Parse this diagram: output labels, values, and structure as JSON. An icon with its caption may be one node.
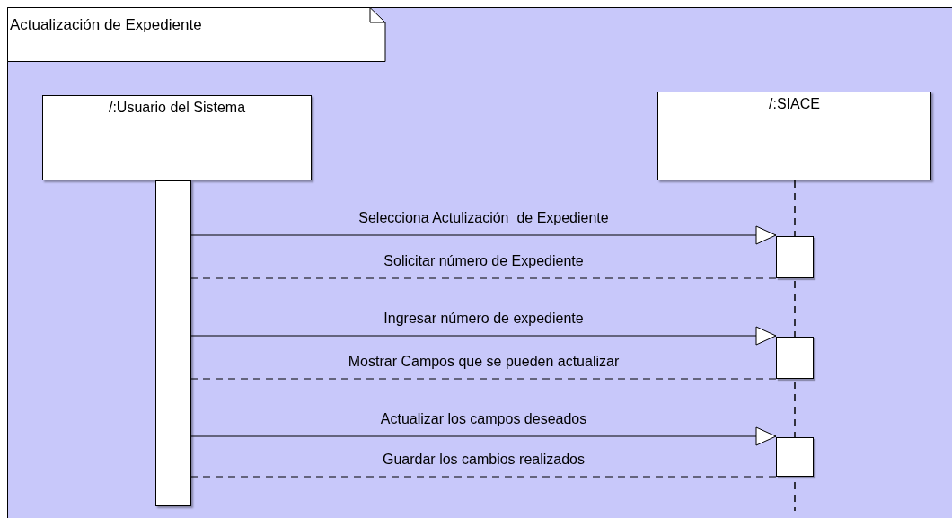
{
  "diagram": {
    "nodes": [
      {
        "text": [
          "Actualización de Expediente"
        ]
      },
      {
        "text": [
          "/:Usuario del Sistema"
        ],
        "in": 0
      },
      {
        "text": [
          "/:SIACE"
        ],
        "in": 0
      },
      {
        "text": [],
        "shape": "bar",
        "in": 0
      },
      {
        "text": [],
        "shape": "box",
        "in": 0
      },
      {
        "text": [],
        "shape": "box",
        "in": 0
      },
      {
        "text": [],
        "shape": "box",
        "in": 0
      }
    ],
    "edges": [
      {
        "from": 3,
        "to": 4,
        "arrow": "to",
        "label": "Selecciona Actulización  de Expediente"
      },
      {
        "from": 4,
        "to": 3,
        "arrow": "to",
        "label": "Solicitar número de Expediente",
        "style": "dashed"
      },
      {
        "from": 3,
        "to": 5,
        "arrow": "to",
        "label": "Ingresar número de expediente"
      },
      {
        "from": 5,
        "to": 3,
        "arrow": "to",
        "label": "Mostrar Campos que se pueden actualizar",
        "style": "dashed"
      },
      {
        "from": 3,
        "to": 6,
        "arrow": "to",
        "label": "Actualizar los campos deseados"
      },
      {
        "from": 6,
        "to": 3,
        "arrow": "to",
        "label": "Guardar los cambios realizados",
        "style": "dashed"
      }
    ]
  }
}
